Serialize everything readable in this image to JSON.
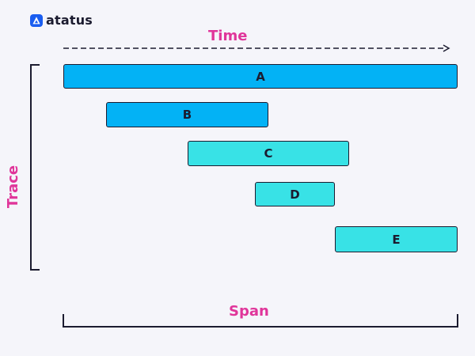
{
  "brand": {
    "name": "atatus",
    "color": "#1a5df0"
  },
  "axes": {
    "time_label": "Time",
    "trace_label": "Trace",
    "span_label": "Span",
    "label_color": "#e0359a"
  },
  "spans": [
    {
      "label": "A",
      "color": "#03b2f5"
    },
    {
      "label": "B",
      "color": "#03b2f5"
    },
    {
      "label": "C",
      "color": "#38e2e6"
    },
    {
      "label": "D",
      "color": "#38e2e6"
    },
    {
      "label": "E",
      "color": "#38e2e6"
    }
  ]
}
